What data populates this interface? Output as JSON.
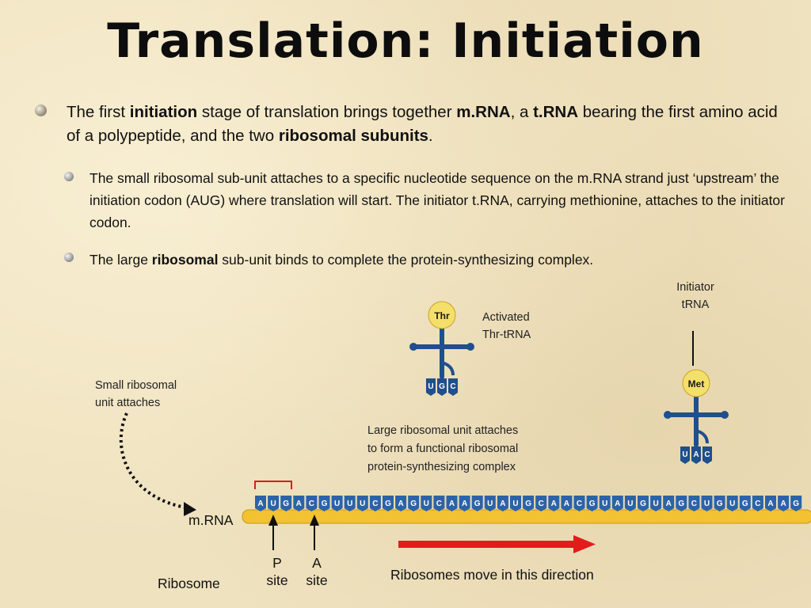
{
  "title": "Translation: Initiation",
  "bullets": [
    {
      "segments": [
        "The first ",
        "initiation",
        " stage of translation brings together ",
        "m.RNA",
        ", a ",
        "t.RNA",
        " bearing the first amino acid of a polypeptide, and the two ",
        "ribosomal subunits",
        "."
      ],
      "bold": [
        false,
        true,
        false,
        true,
        false,
        true,
        false,
        true,
        false
      ]
    }
  ],
  "sub_bullets": [
    {
      "segments": [
        "The small ribosomal sub-unit attaches to a specific nucleotide sequence on the m.RNA strand just ‘upstream’ the initiation codon (AUG) where translation will start. The initiator t.RNA, carrying methionine, attaches to the initiator codon."
      ],
      "bold": [
        false
      ]
    },
    {
      "segments": [
        "The large ",
        "ribosomal",
        " sub-unit binds to complete the protein-synthesizing complex."
      ],
      "bold": [
        false,
        true,
        false
      ]
    }
  ],
  "diagram": {
    "activated_label": [
      "Activated",
      "Thr-tRNA"
    ],
    "initiator_label": [
      "Initiator",
      "tRNA"
    ],
    "small_unit_label": [
      "Small ribosomal",
      "unit attaches"
    ],
    "large_unit_label": [
      "Large ribosomal unit attaches",
      "to form a functional ribosomal",
      "protein-synthesizing complex"
    ],
    "mrna_label": "m.RNA",
    "ribosome_label": "Ribosome",
    "p_site_label": [
      "P",
      "site"
    ],
    "a_site_label": [
      "A",
      "site"
    ],
    "direction_label": "Ribosomes move in this direction",
    "thr_tag": "Thr",
    "met_tag": "Met",
    "anticodon_thr": [
      "U",
      "G",
      "C"
    ],
    "anticodon_met": [
      "U",
      "A",
      "C"
    ],
    "mrna_sequence": [
      "A",
      "U",
      "G",
      "A",
      "C",
      "G",
      "U",
      "U",
      "U",
      "C",
      "G",
      "A",
      "G",
      "U",
      "C",
      "A",
      "A",
      "G",
      "U",
      "A",
      "U",
      "G",
      "C",
      "A",
      "A",
      "C",
      "G",
      "U",
      "A",
      "U",
      "G",
      "U",
      "A",
      "G",
      "C",
      "U",
      "G",
      "U",
      "G",
      "C",
      "A",
      "A",
      "G"
    ],
    "colors": {
      "strand": "#f2c232",
      "strand_edge": "#c89614",
      "base": "#2c63a8",
      "trna": "#1f4f8c",
      "tag": "#f4df6a",
      "arrow_red": "#e31b1b",
      "bracket": "#d41f1f"
    }
  }
}
